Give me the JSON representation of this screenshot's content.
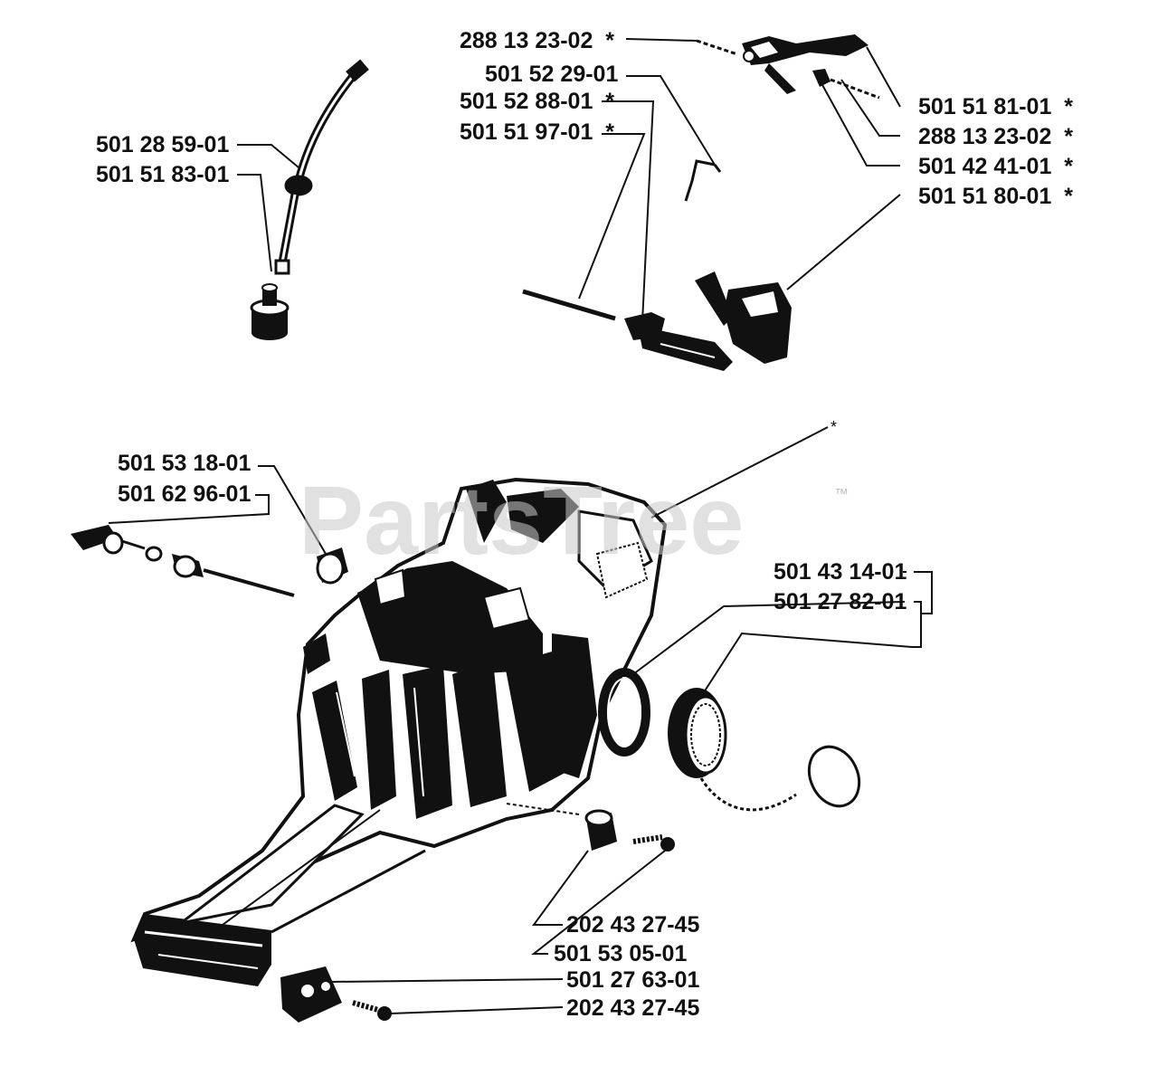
{
  "watermark": {
    "brand": "PartsTree",
    "trademark": "™"
  },
  "callouts": {
    "top_left": [
      "501 28 59-01",
      "501 51 83-01"
    ],
    "top_center": [
      "288 13 23-02  *",
      "501 52 29-01",
      "501 52 88-01  *",
      "501 51 97-01  *"
    ],
    "top_right": [
      "501 51 81-01  *",
      "288 13 23-02  *",
      "501 42 41-01  *",
      "501 51 80-01  *"
    ],
    "mid_left": [
      "501 53 18-01",
      "501 62 96-01"
    ],
    "mid_right": [
      "501 43 14-01",
      "501 27 82-01"
    ],
    "housing_marker": "*",
    "bottom": [
      "202 43 27-45",
      "501 53 05-01",
      "501 27 63-01",
      "202 43 27-45"
    ]
  },
  "colors": {
    "ink": "#111111",
    "paper": "#ffffff",
    "watermark": "#c9c9c9"
  }
}
